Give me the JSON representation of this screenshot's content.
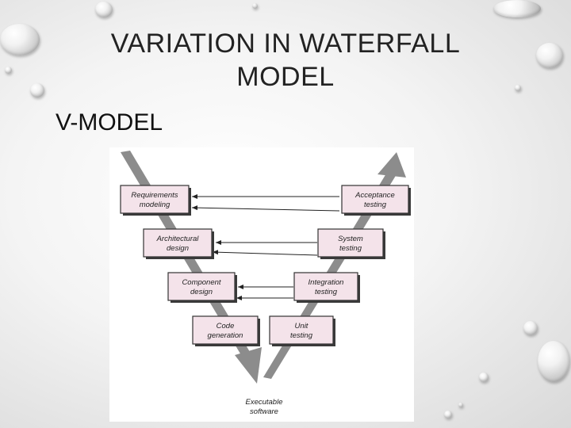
{
  "slide": {
    "title_line1": "VARIATION IN WATERFALL",
    "title_line2": "MODEL",
    "subtitle": "V-MODEL"
  },
  "diagram": {
    "left_boxes": [
      {
        "line1": "Requirements",
        "line2": "modeling"
      },
      {
        "line1": "Architectural",
        "line2": "design"
      },
      {
        "line1": "Component",
        "line2": "design"
      },
      {
        "line1": "Code",
        "line2": "generation"
      }
    ],
    "right_boxes": [
      {
        "line1": "Acceptance",
        "line2": "testing"
      },
      {
        "line1": "System",
        "line2": "testing"
      },
      {
        "line1": "Integration",
        "line2": "testing"
      },
      {
        "line1": "Unit",
        "line2": "testing"
      }
    ],
    "bottom_line1": "Executable",
    "bottom_line2": "software"
  }
}
